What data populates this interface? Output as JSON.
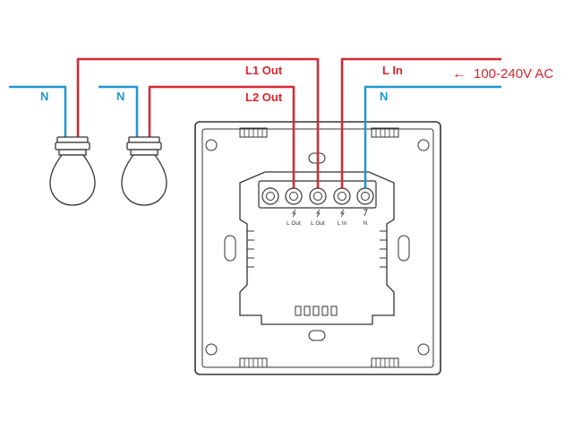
{
  "labels": {
    "l1_out": "L1 Out",
    "l2_out": "L2 Out",
    "l_in": "L In",
    "n_left_1": "N",
    "n_left_2": "N",
    "n_right": "N",
    "supply": "100-240V AC",
    "arrow": "←"
  },
  "terminals": [
    "L Out",
    "L Out",
    "L In",
    "N"
  ],
  "colors": {
    "live": "#d7262f",
    "neutral": "#1e96d2",
    "outline": "#333333",
    "bulb_fill": "#ffffff"
  },
  "icons": {
    "bulb_1": "light-bulb-icon",
    "bulb_2": "light-bulb-icon",
    "terminal_symbol": "lightning-icon"
  }
}
